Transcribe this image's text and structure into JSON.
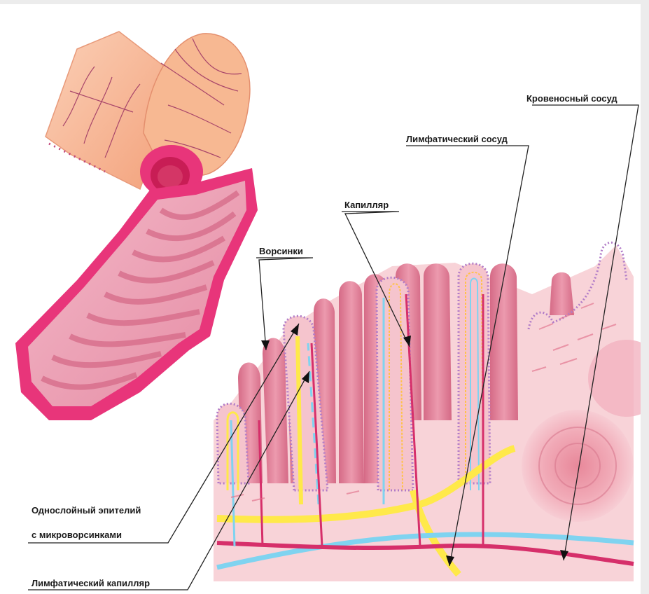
{
  "labels": {
    "blood_vessel": "Кровеносный сосуд",
    "lymph_vessel": "Лимфатический сосуд",
    "capillary": "Капилляр",
    "villi": "Ворсинки",
    "epithelium_line1": "Однослойный эпителий",
    "epithelium_line2": "с микроворсинками",
    "lymph_capillary": "Лимфатический капилляр"
  },
  "colors": {
    "tissue": "#f6c9cf",
    "villus": "#e07a93",
    "intestine_wall": "#e8357a",
    "blood": "#d62f6a",
    "lymph_yellow": "#ffe94a",
    "vein_blue": "#7fd3f0",
    "membrane": "#b17cc8",
    "outer_skin": "#f6b08f"
  }
}
